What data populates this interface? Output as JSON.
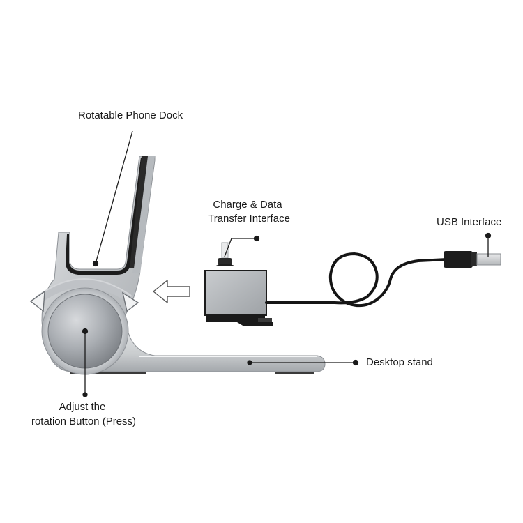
{
  "labels": {
    "dock": "Rotatable Phone Dock",
    "charge_line1": "Charge & Data",
    "charge_line2": "Transfer Interface",
    "usb": "USB Interface",
    "stand": "Desktop stand",
    "button_line1": "Adjust the",
    "button_line2": "rotation Button (Press)"
  },
  "colors": {
    "leader_line": "#1a1a1a",
    "body_metal": "#c3c6c9",
    "cable": "#151515"
  }
}
